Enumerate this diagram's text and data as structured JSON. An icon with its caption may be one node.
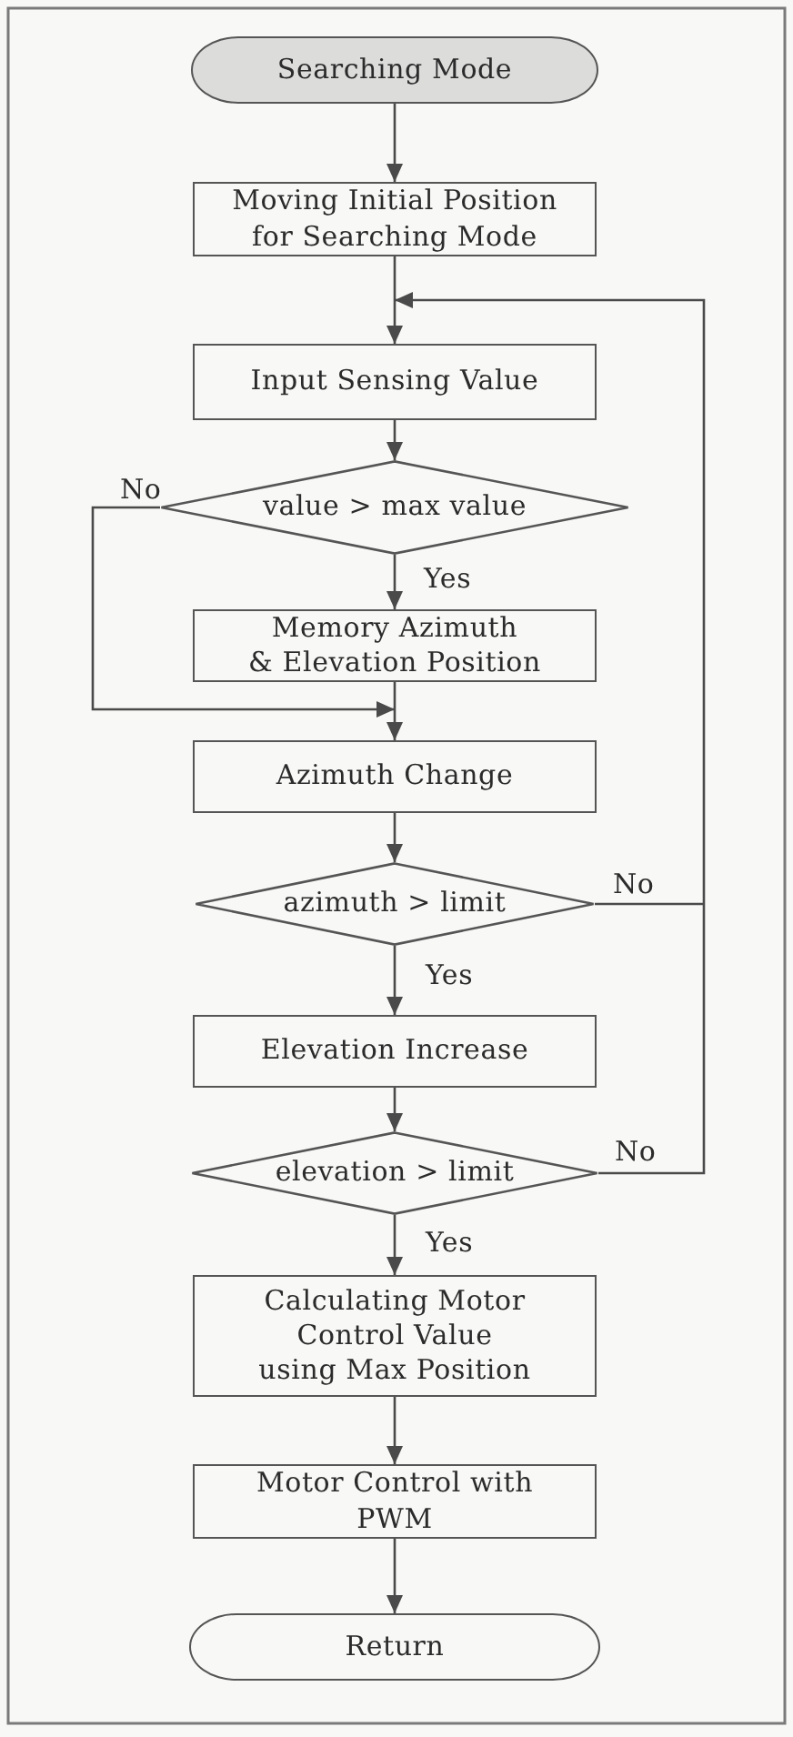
{
  "diagram": {
    "nodes": [
      {
        "text": [
          "Searching Mode"
        ]
      },
      {
        "text": [
          "Moving Initial Position for Searching Mode"
        ]
      },
      {
        "text": [
          "Input Sensing Value"
        ]
      },
      {
        "text": [
          "value > max value"
        ]
      },
      {
        "text": [
          "Memory Azimuth & Elevation Position"
        ]
      },
      {
        "text": [
          "Azimuth Change"
        ]
      },
      {
        "text": [
          "azimuth > limit"
        ]
      },
      {
        "text": [
          "Elevation Increase"
        ]
      },
      {
        "text": [
          "elevation > limit"
        ]
      },
      {
        "text": [
          "Calculating Motor Control Value using Max Position"
        ]
      },
      {
        "text": [
          "Motor Control with PWM"
        ]
      },
      {
        "text": [
          "Return"
        ]
      }
    ],
    "edges": [
      {
        "from": 0,
        "to": 1,
        "arrow": "to"
      },
      {
        "from": 1,
        "to": 2,
        "arrow": "to"
      },
      {
        "from": 2,
        "to": 3,
        "arrow": "to"
      },
      {
        "from": 3,
        "to": 4,
        "arrow": "to",
        "label": "Yes"
      },
      {
        "from": 3,
        "to": 5,
        "arrow": "to",
        "label": "No"
      },
      {
        "from": 4,
        "to": 5,
        "arrow": "to"
      },
      {
        "from": 5,
        "to": 6,
        "arrow": "to"
      },
      {
        "from": 6,
        "to": 7,
        "arrow": "to",
        "label": "Yes"
      },
      {
        "from": 6,
        "to": 2,
        "arrow": "to",
        "label": "No"
      },
      {
        "from": 7,
        "to": 8,
        "arrow": "to"
      },
      {
        "from": 8,
        "to": 2,
        "arrow": "to",
        "label": "No"
      },
      {
        "from": 8,
        "to": 9,
        "arrow": "to",
        "label": "Yes"
      },
      {
        "from": 9,
        "to": 10,
        "arrow": "to"
      },
      {
        "from": 10,
        "to": 11,
        "arrow": "to"
      }
    ]
  }
}
